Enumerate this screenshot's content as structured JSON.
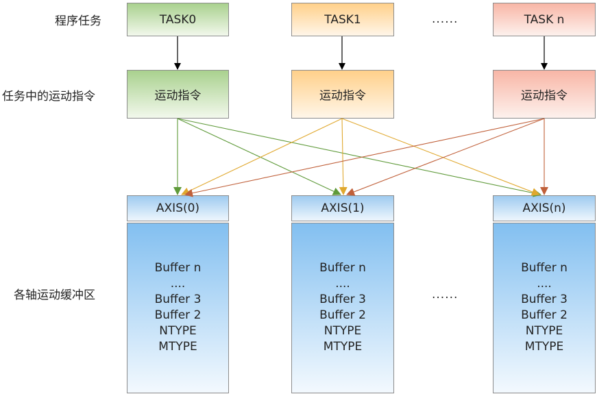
{
  "row_labels": {
    "tasks": "程序任务",
    "motion_cmds": "任务中的运动指令",
    "buffers": "各轴运动缓冲区"
  },
  "tasks": [
    {
      "label": "TASK0",
      "color": "green"
    },
    {
      "label": "TASK1",
      "color": "orange"
    },
    {
      "label": "TASK n",
      "color": "red"
    }
  ],
  "task_ellipsis": "......",
  "motion_cmd_label": "运动指令",
  "axes": [
    {
      "label": "AXIS(0)"
    },
    {
      "label": "AXIS(1)"
    },
    {
      "label": "AXIS(n)"
    }
  ],
  "axis_ellipsis": "......",
  "buffer_lines": [
    "Buffer n",
    "....",
    "Buffer 3",
    "Buffer 2",
    "NTYPE",
    "MTYPE"
  ],
  "colors": {
    "green_arrow": "#5f9a3a",
    "orange_arrow": "#e0a82e",
    "red_arrow": "#c0603a",
    "black_arrow": "#000000"
  }
}
